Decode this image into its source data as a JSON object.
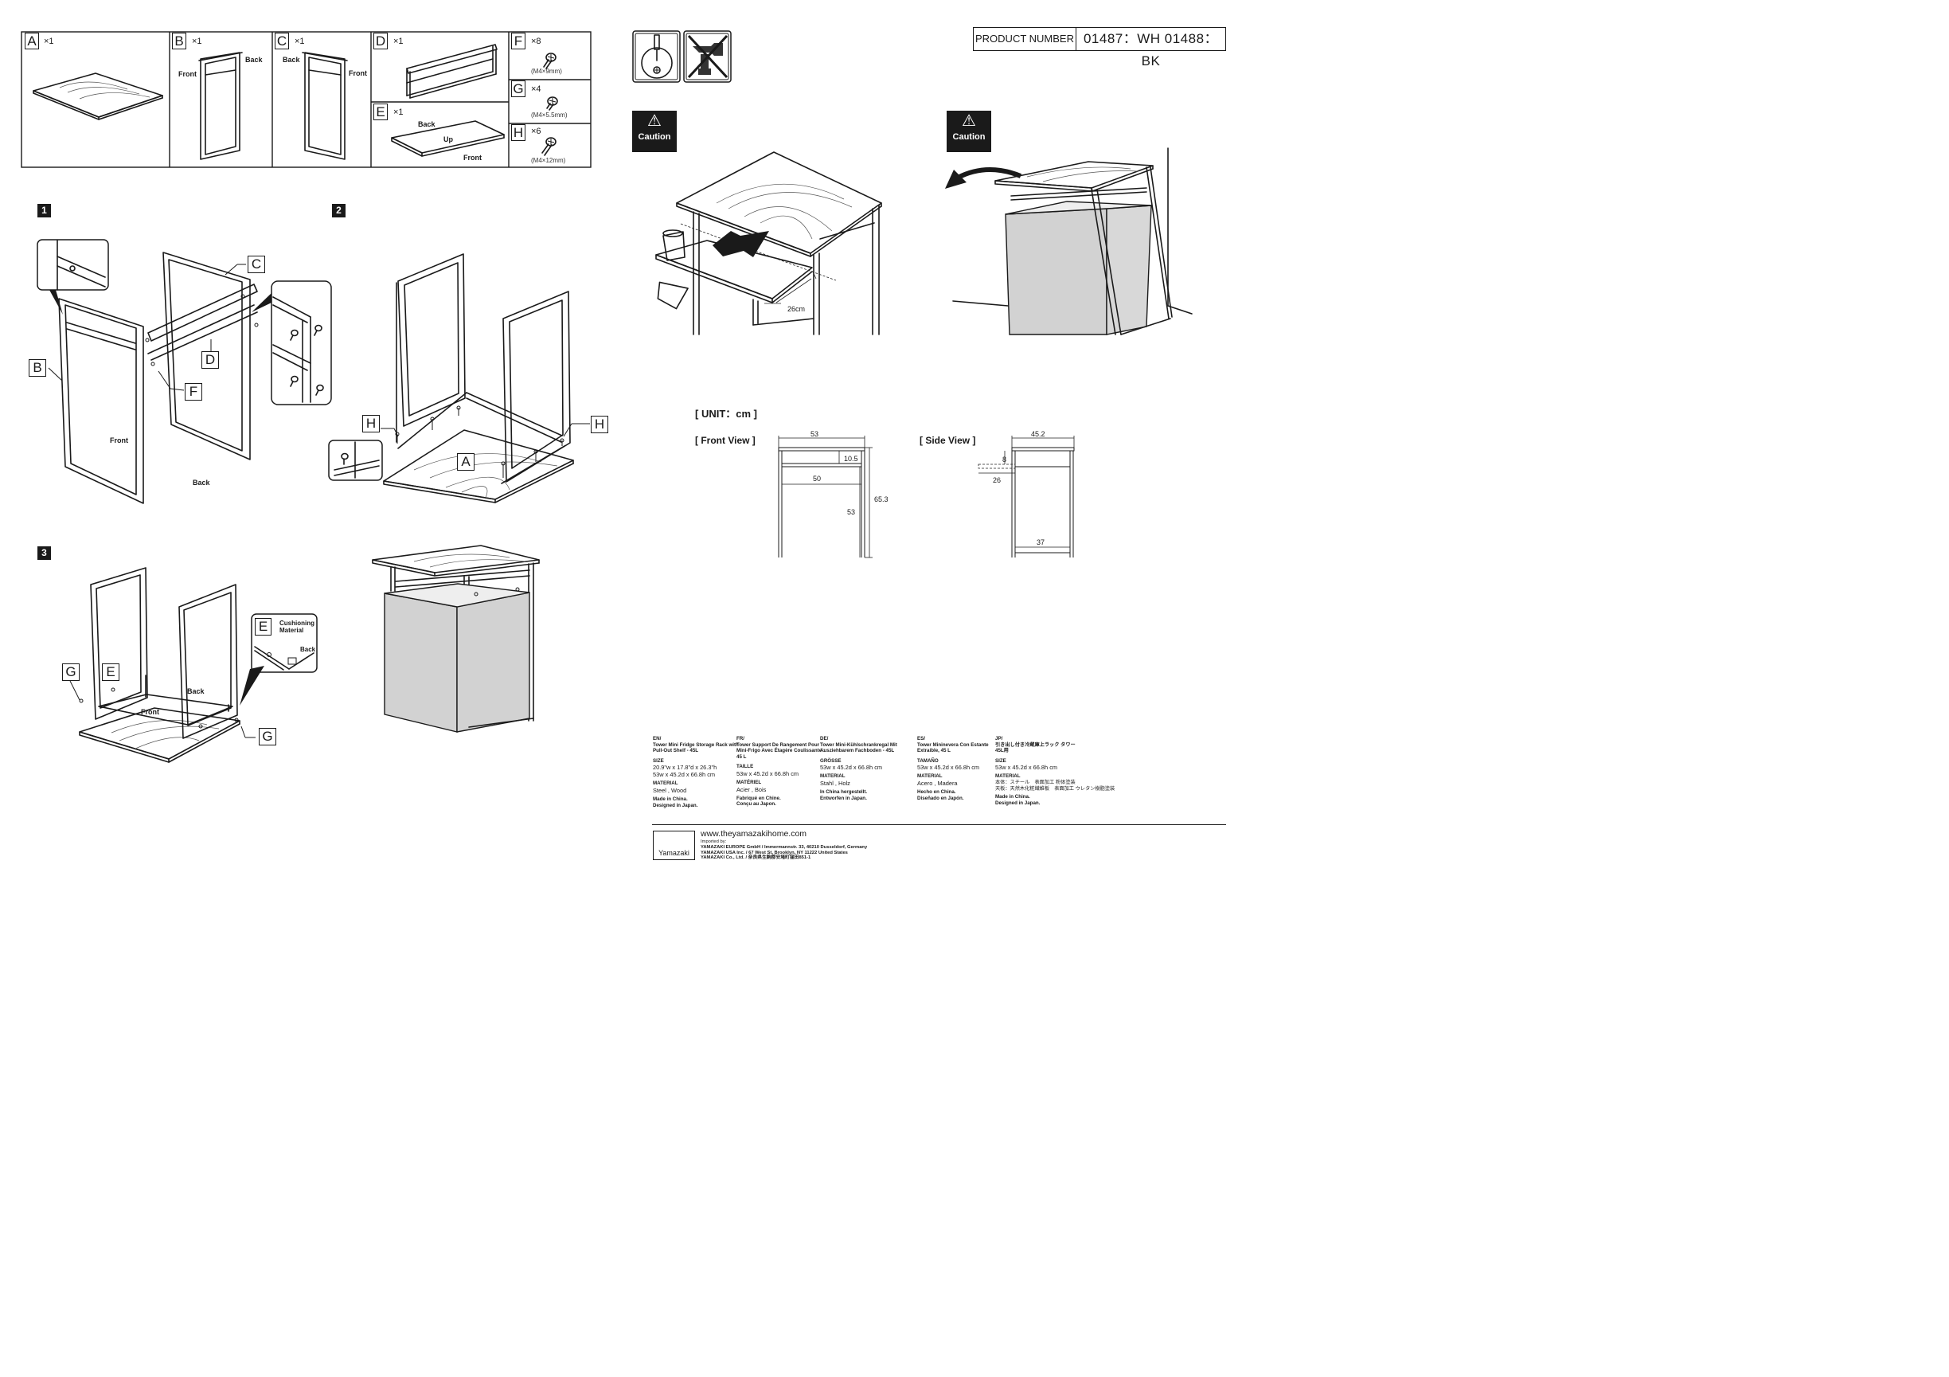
{
  "parts": [
    {
      "letter": "A",
      "qty": "×1"
    },
    {
      "letter": "B",
      "qty": "×1",
      "labels": [
        "Front",
        "Back"
      ]
    },
    {
      "letter": "C",
      "qty": "×1",
      "labels": [
        "Back",
        "Front"
      ]
    },
    {
      "letter": "D",
      "qty": "×1"
    },
    {
      "letter": "E",
      "qty": "×1",
      "labels": [
        "Back",
        "Up",
        "Front"
      ]
    },
    {
      "letter": "F",
      "qty": "×8",
      "size": "(M4×9mm)"
    },
    {
      "letter": "G",
      "qty": "×4",
      "size": "(M4×5.5mm)"
    },
    {
      "letter": "H",
      "qty": "×6",
      "size": "(M4×12mm)"
    }
  ],
  "product_number": {
    "label": "PRODUCT NUMBER",
    "value": "01487：WH 01488：BK"
  },
  "steps": [
    "1",
    "2",
    "3"
  ],
  "step1": {
    "labels": [
      "C",
      "B",
      "D",
      "F"
    ],
    "front": "Front",
    "back": "Back"
  },
  "step2": {
    "labels": [
      "H",
      "H",
      "A"
    ]
  },
  "step3": {
    "labels": [
      "G",
      "E",
      "G",
      "E"
    ],
    "back": "Back",
    "front": "Front",
    "cushion": "Cushioning\nMaterial",
    "inset_back": "Back"
  },
  "caution": {
    "label": "Caution",
    "distance": "26cm"
  },
  "dimensions": {
    "unit": "[ UNIT：cm ]",
    "front_view": {
      "title": "[ Front View ]",
      "width": "53",
      "shelf_gap": "10.5",
      "inner_width": "50",
      "leg_height": "53",
      "total_height": "65.3"
    },
    "side_view": {
      "title": "[ Side  View ]",
      "depth": "45.2",
      "shelf_gap": "8",
      "pull_out": "26",
      "bottom_depth": "37"
    }
  },
  "languages": [
    {
      "code": "EN/",
      "product": "Tower Mini Fridge Storage Rack with Pull-Out Shelf - 45L",
      "size_label": "SIZE",
      "size": "20.9\"w x 17.8\"d x 26.3\"h\n53w x 45.2d x 66.8h cm",
      "material_label": "MATERIAL",
      "material": "Steel , Wood",
      "made": "Made in China.\nDesigned in Japan."
    },
    {
      "code": "FR/",
      "product": "Tower Support De Rangement Pour Mini-Frigo Avec Étagère Coulissante : 45 L",
      "size_label": "TAILLE",
      "size": "53w x 45.2d x 66.8h cm",
      "material_label": "MATÉRIEL",
      "material": "Acier , Bois",
      "made": "Fabriqué en Chine.\nConçu au Japon."
    },
    {
      "code": "DE/",
      "product": "Tower Mini-Kühlschrankregal Mit Ausziehbarem Fachboden - 45L",
      "size_label": "GRÖSSE",
      "size": "53w x 45.2d x 66.8h cm",
      "material_label": "MATERIAL",
      "material": "Stahl , Holz",
      "made": "In China hergestellt.\nEntworfen in Japan."
    },
    {
      "code": "ES/",
      "product": "Tower Mininevera Con Estante Extraíble, 45 L",
      "size_label": "TAMAÑO",
      "size": "53w x 45.2d x 66.8h cm",
      "material_label": "MATERIAL",
      "material": "Acero , Madera",
      "made": "Hecho en China.\nDiseñado en Japón."
    },
    {
      "code": "JP/",
      "product": "引き出し付き冷蔵庫上ラック タワー 45L用",
      "size_label": "SIZE",
      "size": "53w x 45.2d x 66.8h cm",
      "material_label": "MATERIAL",
      "material": "本体：スチール　表面加工 粉体塗装\n天板：天然木化粧繊維板　表面加工 ウレタン樹脂塗装",
      "made": "Made in China.\nDesigned in Japan."
    }
  ],
  "footer": {
    "logo": "Yamazaki",
    "website": "www.theyamazakihome.com",
    "imported_by": "Imported by:",
    "importers": [
      "YAMAZAKI EUROPE GmbH / Immermannstr. 33, 40210 Dusseldorf, Germany",
      "YAMAZAKI USA Inc.  /  67 West St, Brooklyn, NY 11222 United States",
      "YAMAZAKI Co., Ltd.  /  奈良県生駒郡安堵町窪田851-1"
    ]
  },
  "icons": [
    "screwdriver-icon",
    "no-power-drill-icon",
    "warning-triangle-icon",
    "screw-icon",
    "magnifier-callout-icon",
    "turn-arrow-icon"
  ]
}
